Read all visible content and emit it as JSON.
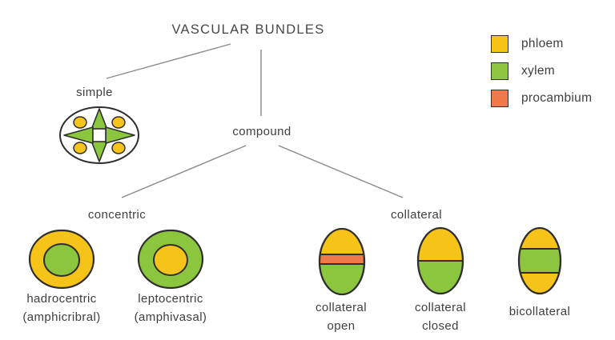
{
  "title": "VASCULAR BUNDLES",
  "colors": {
    "phloem": "#F6C318",
    "xylem": "#8CC63E",
    "procambium": "#F0794B",
    "outline": "#2E2E2E",
    "edge_line": "#8A8A8A",
    "text": "#3F3F3F",
    "background": "#FFFFFF"
  },
  "legend": {
    "items": [
      {
        "label": "phloem",
        "color": "#F6C318"
      },
      {
        "label": "xylem",
        "color": "#8CC63E"
      },
      {
        "label": "procambium",
        "color": "#F0794B"
      }
    ]
  },
  "nodes": {
    "simple": {
      "label": "simple"
    },
    "compound": {
      "label": "compound"
    },
    "concentric": {
      "label": "concentric"
    },
    "collateral": {
      "label": "collateral"
    }
  },
  "edges": [
    {
      "from": "VASCULAR BUNDLES",
      "to": "simple"
    },
    {
      "from": "VASCULAR BUNDLES",
      "to": "compound"
    },
    {
      "from": "compound",
      "to": "concentric"
    },
    {
      "from": "compound",
      "to": "collateral"
    }
  ],
  "simple_figure": {
    "star": "xylem",
    "dots": "phloem"
  },
  "concentric_types": [
    {
      "name": "hadrocentric",
      "synonym": "(amphicribral)",
      "outer": "phloem",
      "inner": "xylem"
    },
    {
      "name": "leptocentric",
      "synonym": "(amphivasal)",
      "outer": "xylem",
      "inner": "phloem"
    }
  ],
  "collateral_types": [
    {
      "line1": "collateral",
      "line2": "open",
      "top": "phloem",
      "middle": "procambium",
      "bottom": "xylem"
    },
    {
      "line1": "collateral",
      "line2": "closed",
      "top": "phloem",
      "middle": "",
      "bottom": "xylem"
    },
    {
      "line1": "bicollateral",
      "line2": "",
      "top": "phloem",
      "middle": "xylem",
      "bottom": "phloem"
    }
  ]
}
